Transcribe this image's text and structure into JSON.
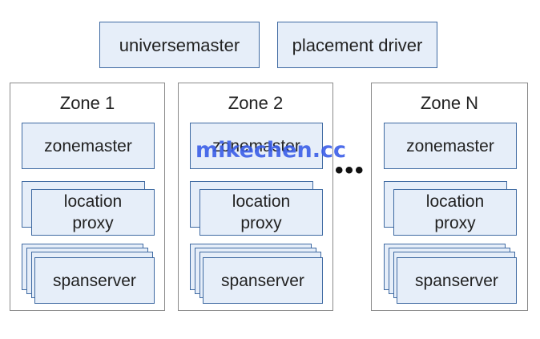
{
  "top": {
    "universe_master": "universemaster",
    "placement_driver": "placement driver"
  },
  "zones": [
    {
      "title": "Zone 1",
      "zonemaster": "zonemaster",
      "location_proxy": "location proxy",
      "spanserver": "spanserver"
    },
    {
      "title": "Zone 2",
      "zonemaster": "zonemaster",
      "location_proxy": "location proxy",
      "spanserver": "spanserver"
    },
    {
      "title": "Zone N",
      "zonemaster": "zonemaster",
      "location_proxy": "location proxy",
      "spanserver": "spanserver"
    }
  ],
  "ellipsis": "•••",
  "watermark": "mikechen.cc",
  "colors": {
    "box_fill": "#e6eef9",
    "box_border": "#3f6aa2",
    "zone_border": "#8a8a8a",
    "watermark": "#3b5ee8"
  }
}
